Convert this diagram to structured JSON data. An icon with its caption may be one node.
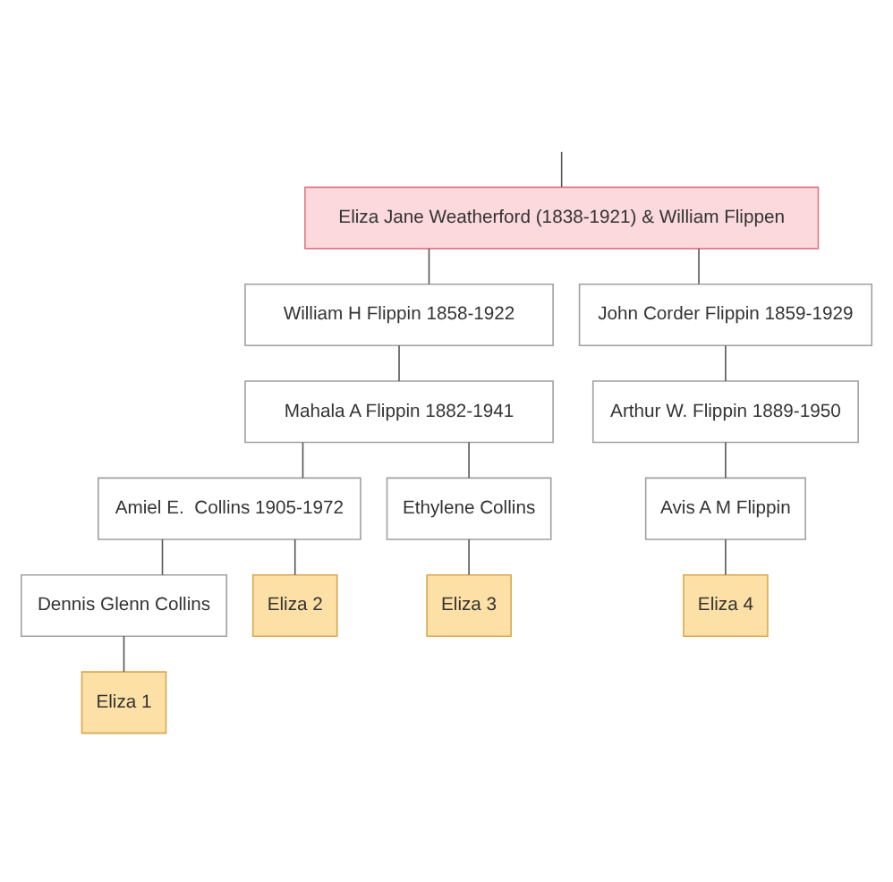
{
  "diagram": {
    "nodes": [
      {
        "text": [
          "Eliza Jane Weatherford (1838-1921) & William Flippen"
        ]
      },
      {
        "text": [
          "William H Flippin 1858-1922"
        ]
      },
      {
        "text": [
          "John Corder Flippin 1859-1929"
        ]
      },
      {
        "text": [
          "Mahala A Flippin 1882-1941"
        ]
      },
      {
        "text": [
          "Arthur W. Flippin 1889-1950"
        ]
      },
      {
        "text": [
          "Amiel E.  Collins 1905-1972"
        ]
      },
      {
        "text": [
          "Ethylene Collins"
        ]
      },
      {
        "text": [
          "Avis A M Flippin"
        ]
      },
      {
        "text": [
          "Dennis Glenn Collins"
        ]
      },
      {
        "text": [
          "Eliza 2"
        ]
      },
      {
        "text": [
          "Eliza 3"
        ]
      },
      {
        "text": [
          "Eliza 4"
        ]
      },
      {
        "text": [
          "Eliza 1"
        ]
      }
    ],
    "edges": [
      {
        "from": null,
        "to": 0,
        "arrow": "none"
      },
      {
        "from": 0,
        "to": 1,
        "arrow": "none"
      },
      {
        "from": 0,
        "to": 2,
        "arrow": "none"
      },
      {
        "from": 1,
        "to": 3,
        "arrow": "none"
      },
      {
        "from": 2,
        "to": 4,
        "arrow": "none"
      },
      {
        "from": 3,
        "to": 5,
        "arrow": "none"
      },
      {
        "from": 3,
        "to": 6,
        "arrow": "none"
      },
      {
        "from": 4,
        "to": 7,
        "arrow": "none"
      },
      {
        "from": 5,
        "to": 8,
        "arrow": "none"
      },
      {
        "from": 5,
        "to": 9,
        "arrow": "none"
      },
      {
        "from": 6,
        "to": 10,
        "arrow": "none"
      },
      {
        "from": 7,
        "to": 11,
        "arrow": "none"
      },
      {
        "from": 8,
        "to": 12,
        "arrow": "none"
      }
    ]
  }
}
